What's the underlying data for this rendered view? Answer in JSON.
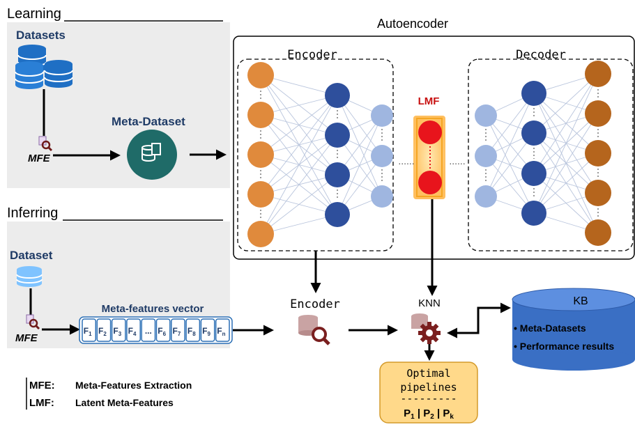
{
  "colors": {
    "panel_bg": "#ececec",
    "orange_node": "#e08a3c",
    "dark_blue_node": "#2e4f9c",
    "light_blue_node": "#9fb6e0",
    "lmf_red": "#e8141c",
    "lmf_glow": "#ffc56a",
    "brown_node": "#b5651d",
    "meta_dataset_teal": "#1f6b68",
    "kb_blue": "#3a6fc4",
    "icon_maroon": "#7a1f1f",
    "pipeline_fill": "#ffd98a",
    "fvec_blue": "#2b6fb5"
  },
  "learning": {
    "title": "Learning",
    "datasets_label": "Datasets",
    "mfe_label": "MFE",
    "meta_dataset_label": "Meta-Dataset"
  },
  "autoencoder": {
    "title": "Autoencoder",
    "encoder_label": "Encoder",
    "decoder_label": "Decoder",
    "lmf_label": "LMF",
    "gap_dots": "......"
  },
  "inferring": {
    "title": "Inferring",
    "dataset_label": "Dataset",
    "mfe_label": "MFE",
    "feature_vector_title": "Meta-features vector",
    "features": [
      {
        "base": "F",
        "sub": "1"
      },
      {
        "base": "F",
        "sub": "2"
      },
      {
        "base": "F",
        "sub": "3"
      },
      {
        "base": "F",
        "sub": "4"
      },
      {
        "base": "...",
        "sub": ""
      },
      {
        "base": "F",
        "sub": "6"
      },
      {
        "base": "F",
        "sub": "7"
      },
      {
        "base": "F",
        "sub": "8"
      },
      {
        "base": "F",
        "sub": "9"
      },
      {
        "base": "F",
        "sub": "n"
      }
    ],
    "encoder_label": "Encoder",
    "knn_label": "KNN"
  },
  "kb": {
    "title": "KB",
    "items": [
      "• Meta-Datasets",
      "• Performance results"
    ]
  },
  "pipelines": {
    "line1": "Optimal",
    "line2": "pipelines",
    "separator": "---------",
    "p1": "P",
    "p1_sub": "1",
    "p2": "P",
    "p2_sub": "2",
    "pk": "P",
    "pk_sub": "k",
    "bar": "|"
  },
  "legend": {
    "mfe_key": "MFE:",
    "mfe_value": "Meta-Features Extraction",
    "lmf_key": "LMF:",
    "lmf_value": "Latent Meta-Features"
  }
}
